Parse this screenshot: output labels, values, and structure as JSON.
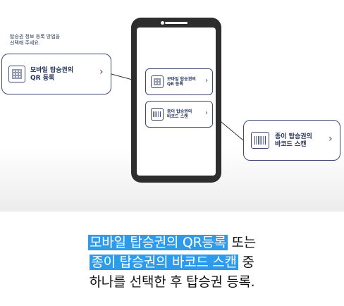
{
  "phone": {
    "instruction": "탑승권 정보 등록 방법을\n선택해 주세요."
  },
  "options": [
    {
      "label": "모바일 탑승권의\nQR 등록",
      "icon": "qr-code-icon"
    },
    {
      "label": "종이 탑승권의\n바코드 스캔",
      "icon": "barcode-icon"
    }
  ],
  "chevron": "›",
  "caption": {
    "line1_highlight": "모바일 탑승권의 QR등록",
    "line1_rest": " 또는",
    "line2_highlight": "종이 탑승권의 바코드 스캔",
    "line2_rest": " 중",
    "line3": "하나를 선택한 후 탑승권 등록."
  },
  "colors": {
    "highlight": "#2e9bea",
    "outline": "#3f4b72",
    "phone_body": "#2d2d2d"
  }
}
